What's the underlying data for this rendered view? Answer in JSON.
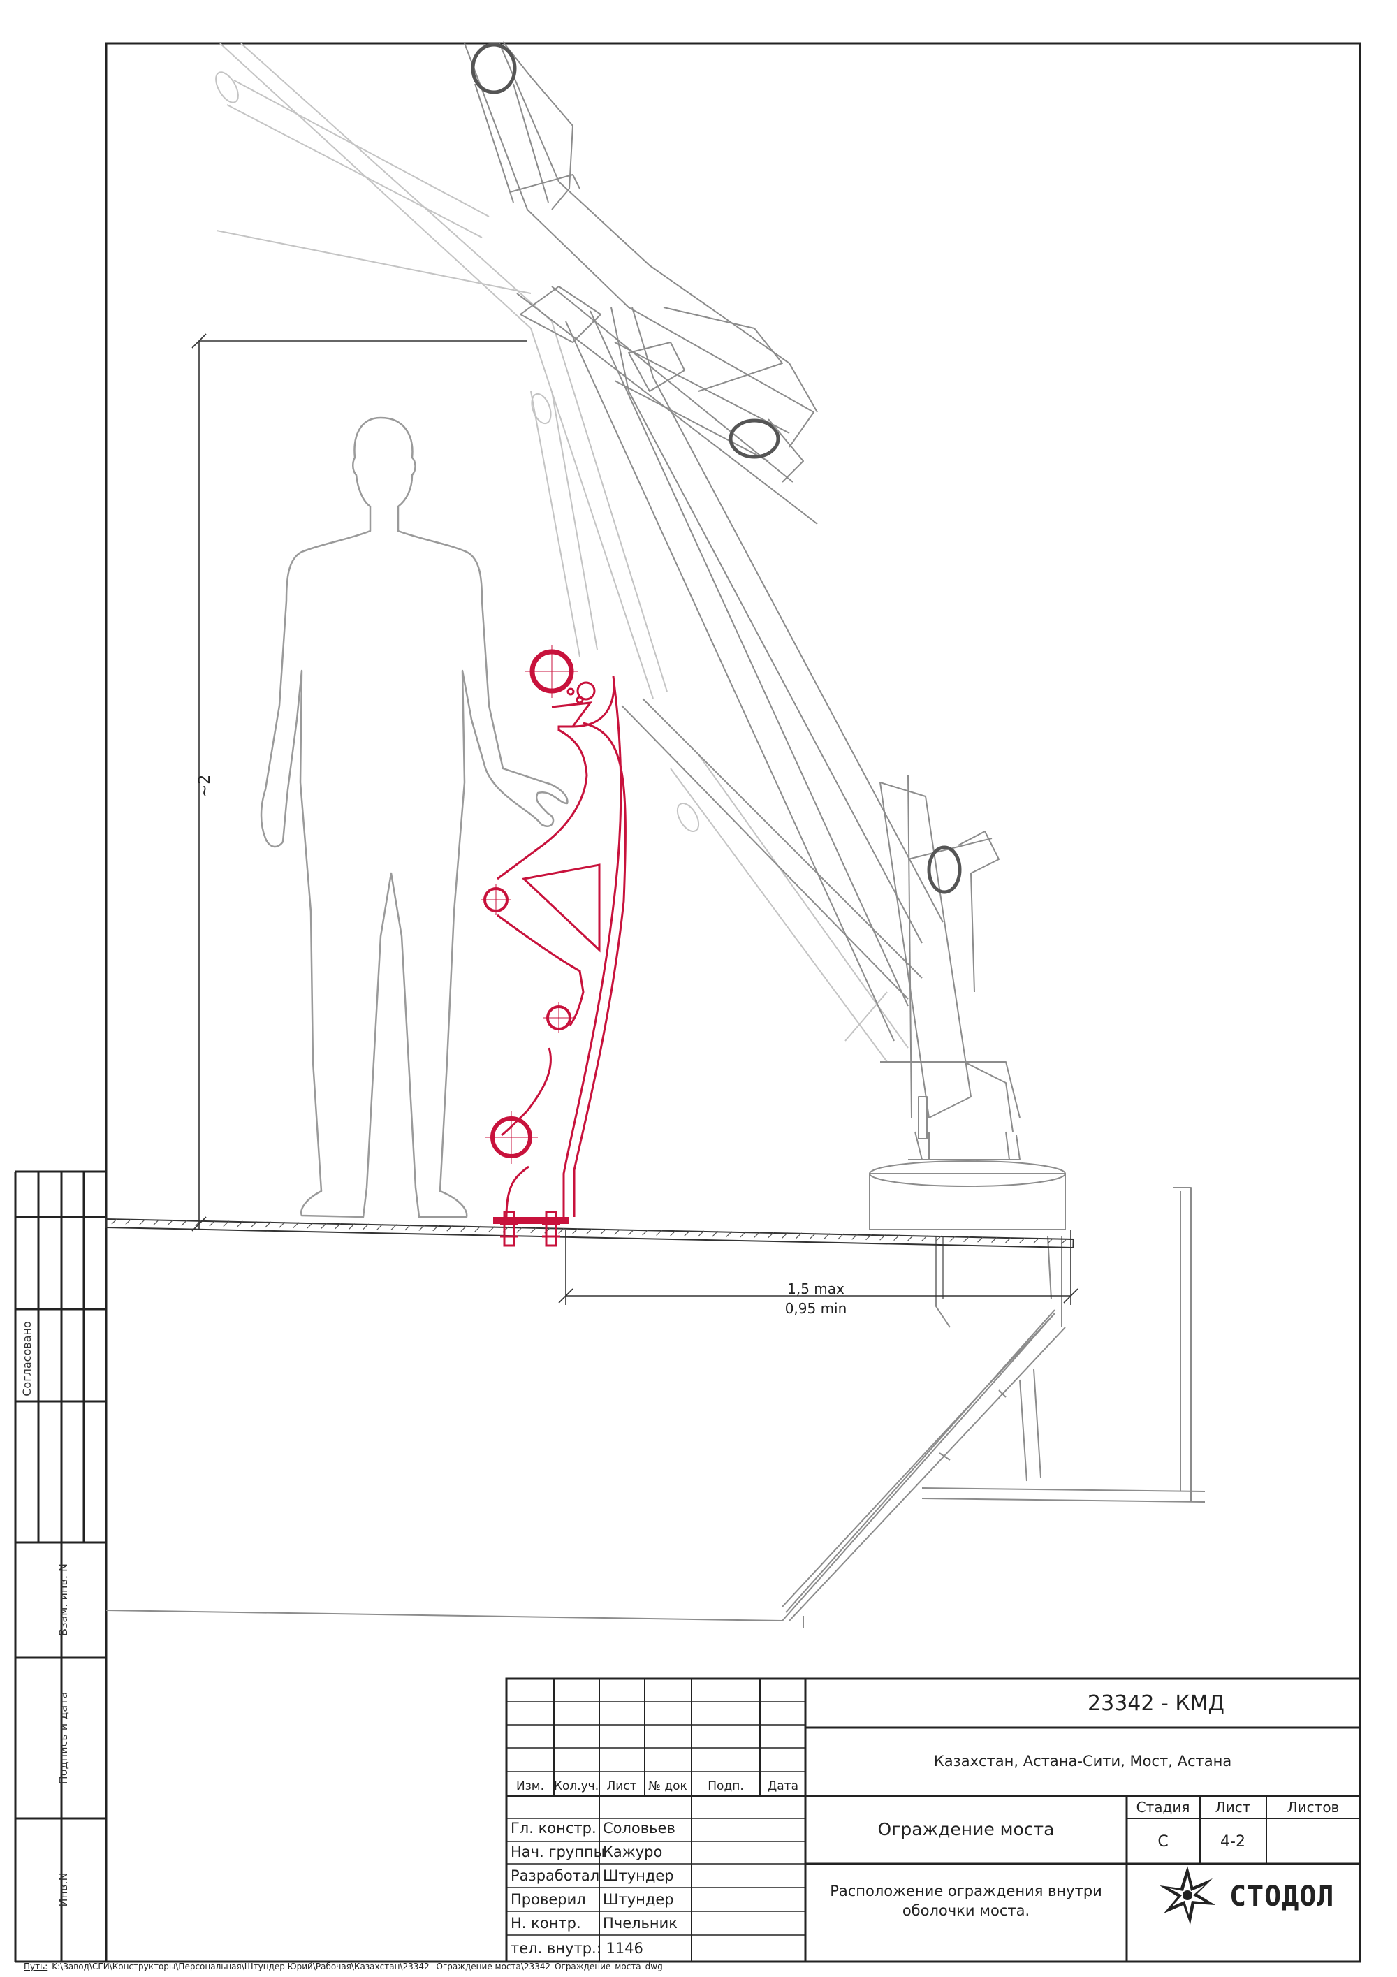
{
  "drawing": {
    "code": "23342 - КМД",
    "location": "Казахстан, Астана-Сити, Мост, Астана",
    "object_name": "Ограждение моста",
    "sheet_title_line1": "Расположение ограждения внутри",
    "sheet_title_line2": "оболочки моста.",
    "stage_header": "Стадия",
    "sheet_header": "Лист",
    "sheets_header": "Листов",
    "stage_value": "С",
    "sheet_value": "4-2",
    "sheets_value": ""
  },
  "revision_headers": [
    "Изм.",
    "Кол.уч.",
    "Лист",
    "№ док",
    "Подп.",
    "Дата"
  ],
  "signatures": [
    {
      "role": "Гл. констр.",
      "name": "Соловьев"
    },
    {
      "role": "Нач. группы",
      "name": "Кажуро"
    },
    {
      "role": "Разработал",
      "name": "Штундер"
    },
    {
      "role": "Проверил",
      "name": "Штундер"
    },
    {
      "role": "Н. контр.",
      "name": "Пчельник"
    }
  ],
  "phone": "тел. внутр.: 1146",
  "logo_text": "СТОДОЛ",
  "side_stamp": {
    "agreed": "Согласовано",
    "inv_replace": "Взам. инв. N",
    "sign_date": "Подпись и дата",
    "inv_no": "Инв.N"
  },
  "dimensions": {
    "height": "~2",
    "gap_max": "1,5 max",
    "gap_min": "0,95 min"
  },
  "path": {
    "label": "Путь:",
    "value": "K:\\Завод\\СГИ\\Конструкторы\\Персональная\\Штундер Юрий\\Рабочая\\Казахстан\\23342_ Ограждение моста\\23342_Ограждение_моста_dwg"
  },
  "colors": {
    "accent": "#c8123c",
    "line": "#222222",
    "structure": "#9a9a9a"
  }
}
